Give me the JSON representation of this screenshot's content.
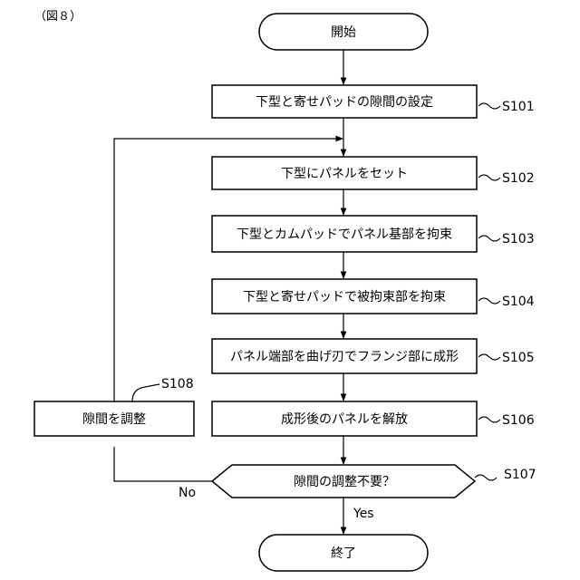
{
  "figure_label": "（図８）",
  "start": "開始",
  "end": "終了",
  "steps": [
    {
      "id": "S101",
      "text": "下型と寄せパッドの隙間の設定"
    },
    {
      "id": "S102",
      "text": "下型にパネルをセット"
    },
    {
      "id": "S103",
      "text": "下型とカムパッドでパネル基部を拘束"
    },
    {
      "id": "S104",
      "text": "下型と寄せパッドで被拘束部を拘束"
    },
    {
      "id": "S105",
      "text": "パネル端部を曲げ刃でフランジ部に成形"
    },
    {
      "id": "S106",
      "text": "成形後のパネルを解放"
    }
  ],
  "decision": {
    "id": "S107",
    "text": "隙間の調整不要？",
    "yes": "Yes",
    "no": "No"
  },
  "adjust": {
    "id": "S108",
    "text": "隙間を調整"
  }
}
